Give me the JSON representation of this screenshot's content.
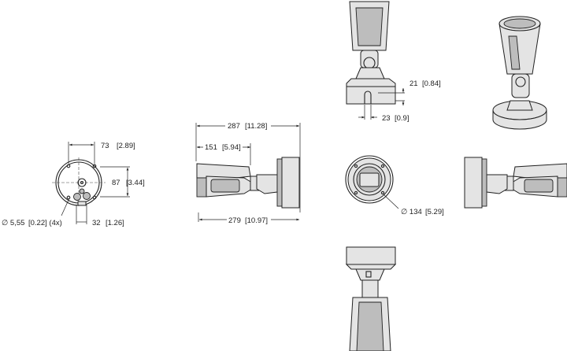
{
  "drawing": {
    "base_view": {
      "width_dim": "73",
      "width_dim_in": "[2.89]",
      "height_dim": "87",
      "height_dim_in": "[3.44]",
      "slot_dim": "32",
      "slot_dim_in": "[1.26]",
      "hole_dim": "∅ 5,55",
      "hole_dim_in": "[0.22] (4x)"
    },
    "side_view": {
      "overall_dim": "287",
      "overall_dim_in": "[11.28]",
      "hood_dim": "151",
      "hood_dim_in": "[5.94]",
      "body_dim": "279",
      "body_dim_in": "[10.97]"
    },
    "top_view": {
      "height_dim": "21",
      "height_dim_in": "[0.84]",
      "slot_dim": "23",
      "slot_dim_in": "[0.9]"
    },
    "front_view": {
      "diameter_dim": "∅ 134",
      "diameter_dim_in": "[5.29]"
    }
  }
}
